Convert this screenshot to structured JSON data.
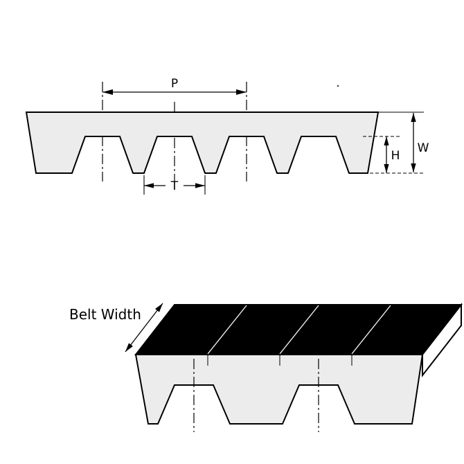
{
  "diagram": {
    "subject": "Timing belt tooth profile with dimension callouts",
    "views": {
      "cross_section": "Belt tooth profile cross-section",
      "perspective": "3D belt segment with black backing"
    },
    "dimension_labels": {
      "pitch": "P",
      "tooth": "T",
      "height": "H",
      "width": "W",
      "belt_width": "Belt Width"
    },
    "colors": {
      "belt_fill": "#ececec",
      "belt_back_fill": "#000000",
      "line": "#000000",
      "background": "#ffffff"
    }
  }
}
